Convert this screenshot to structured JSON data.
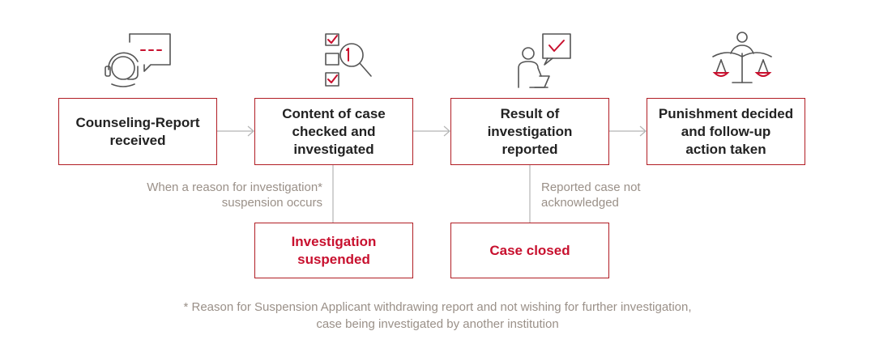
{
  "colors": {
    "box_border": "#b11d24",
    "box_text": "#222222",
    "highlight_text": "#c8102e",
    "connector": "#b4b4b4",
    "note_text": "#9a9088",
    "icon_stroke": "#555555",
    "icon_accent": "#c8102e"
  },
  "icons": [
    "headset-chat-icon",
    "checklist-magnifier-icon",
    "presenter-checkmark-icon",
    "scales-of-justice-icon"
  ],
  "steps": [
    {
      "label": "Counseling-Report\nreceived"
    },
    {
      "label": "Content of case\nchecked and\ninvestigated"
    },
    {
      "label": "Result of investigation\nreported"
    },
    {
      "label": "Punishment decided\nand follow-up\naction taken"
    }
  ],
  "branches": [
    {
      "condition": "When a reason for investigation*\nsuspension occurs",
      "outcome": "Investigation\nsuspended"
    },
    {
      "condition": "Reported case not\nacknowledged",
      "outcome": "Case closed"
    }
  ],
  "footnote": "* Reason for Suspension Applicant withdrawing report and not wishing for further investigation,\ncase being investigated by another institution"
}
